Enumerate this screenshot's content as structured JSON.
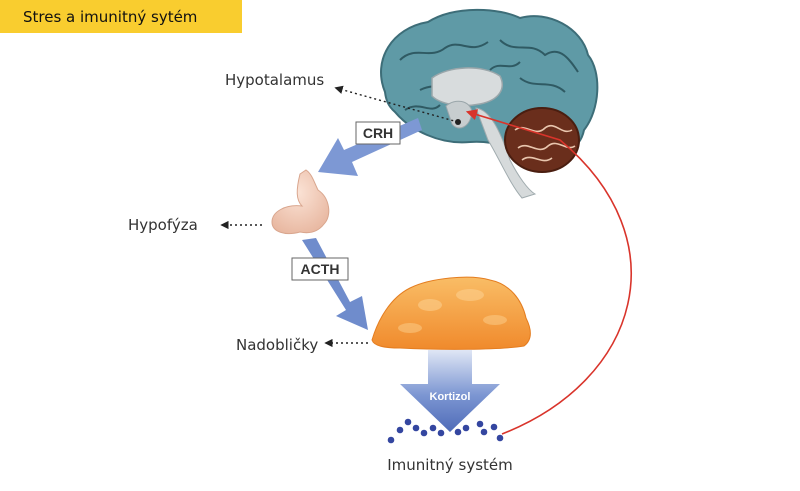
{
  "title": "Stres a imunitný sytém",
  "labels": {
    "hypothalamus": "Hypotalamus",
    "pituitary": "Hypofýza",
    "adrenal": "Nadobličky",
    "immune": "Imunitný systém"
  },
  "hormones": {
    "crh": "CRH",
    "acth": "ACTH",
    "cortisol": "Kortizol"
  },
  "colors": {
    "banner": "#f9cd2f",
    "arrow_blue": "#6e8fce",
    "feedback_red": "#d9342b",
    "adrenal_orange": "#f6a54a",
    "brain_teal": "#5f9aa6",
    "dots_blue": "#3446a0"
  }
}
